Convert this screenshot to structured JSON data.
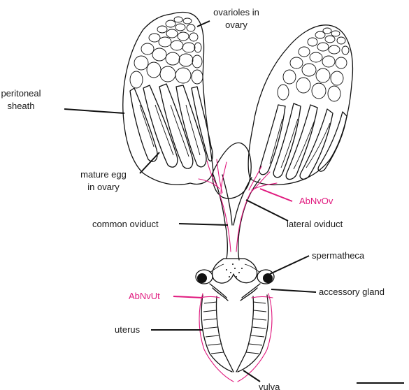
{
  "colors": {
    "ink": "#111111",
    "nerve": "#e0197e",
    "background": "#ffffff"
  },
  "labels": {
    "ovarioles": [
      "ovarioles in",
      "ovary"
    ],
    "peritoneal_sheath": [
      "peritoneal",
      "sheath"
    ],
    "mature_egg": [
      "mature egg",
      "in ovary"
    ],
    "abnvov": "AbNvOv",
    "common_oviduct": "common oviduct",
    "lateral_oviduct": "lateral oviduct",
    "spermatheca": "spermatheca",
    "abnvut": "AbNvUt",
    "accessory_gland": "accessory gland",
    "uterus": "uterus",
    "vulva": "vulva"
  }
}
